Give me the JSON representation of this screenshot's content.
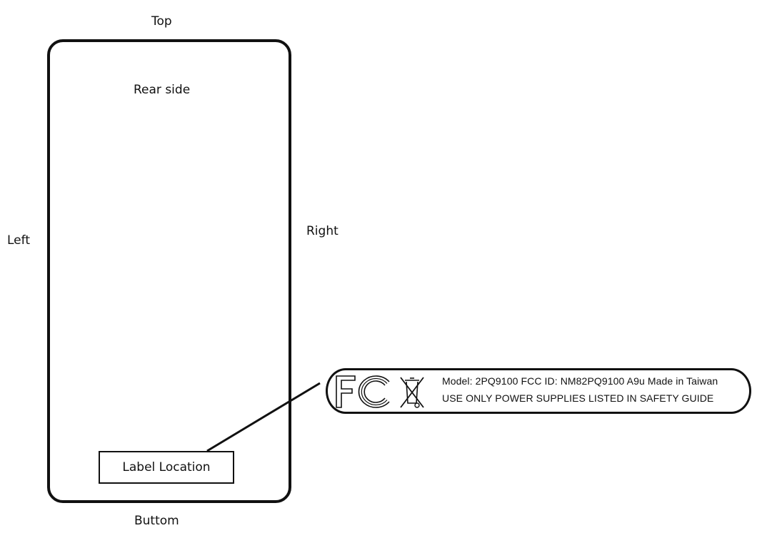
{
  "orientation": {
    "top": "Top",
    "bottom": "Buttom",
    "left": "Left",
    "right": "Right"
  },
  "device": {
    "side_label": "Rear side",
    "label_location": "Label Location"
  },
  "fcc_label": {
    "logo_icon": "fcc-logo-icon",
    "recycle_icon": "crossed-out-wheelie-bin-icon",
    "line1": "Model: 2PQ9100  FCC ID: NM82PQ9100  A9u  Made in Taiwan",
    "line2": "USE ONLY POWER SUPPLIES LISTED IN SAFETY GUIDE"
  }
}
